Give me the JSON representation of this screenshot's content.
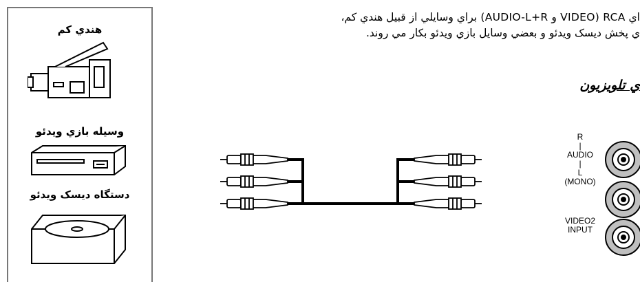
{
  "devices": [
    {
      "label": "هندي كم",
      "icon": "camcorder-icon"
    },
    {
      "label": "وسيله بازي ويدئو",
      "icon": "game-console-icon"
    },
    {
      "label": "دستگاه ديسک ويدئو",
      "icon": "disc-player-icon"
    }
  ],
  "intro": {
    "line1": "اي RCA (VIDEO و AUDIO-L+R) براي وسايلي از قبيل هندي كم،",
    "line2": "ي پخش ديسک ويدئو و بعضي وسايل بازي ويدئو بكار مي روند."
  },
  "section_heading": "ي تلويزيون",
  "cable": {
    "plug_count_per_side": 3
  },
  "jacks": {
    "audio_r": "R",
    "audio": "AUDIO",
    "audio_l": "L",
    "mono": "(MONO)",
    "video2": "VIDEO2",
    "input": "INPUT"
  }
}
